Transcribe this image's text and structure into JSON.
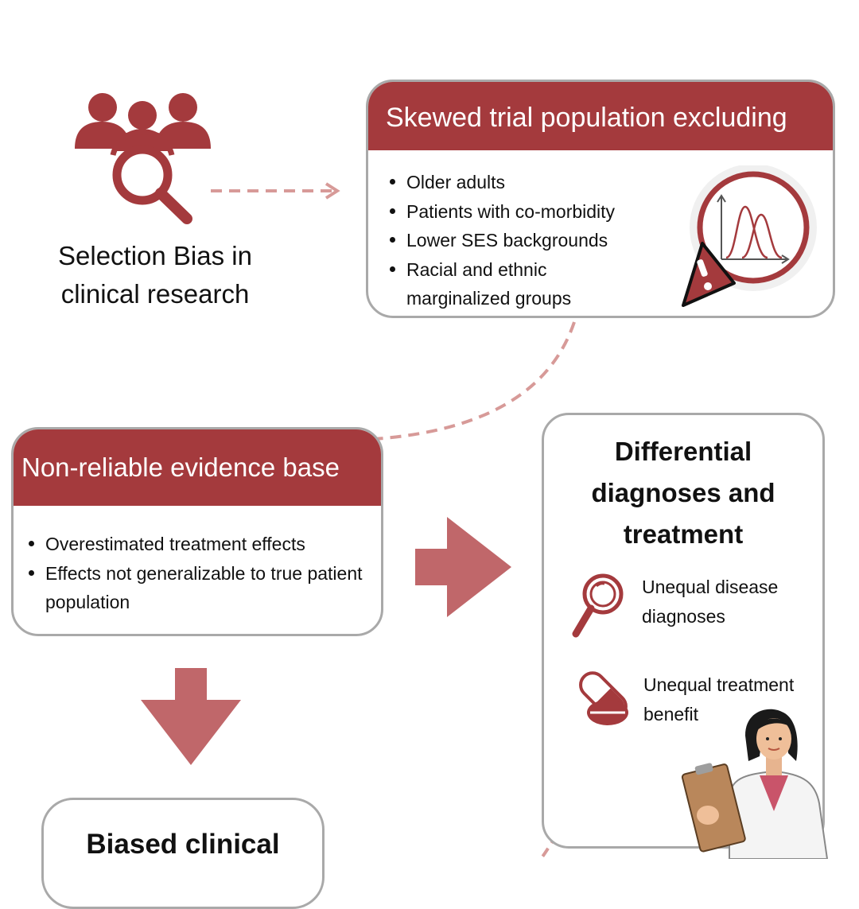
{
  "selection": {
    "label_line1": "Selection Bias in",
    "label_line2": "clinical research"
  },
  "skewed": {
    "title": "Skewed trial population excluding",
    "items": [
      "Older adults",
      "Patients with co-morbidity",
      "Lower SES backgrounds",
      "Racial and ethnic marginalized groups"
    ]
  },
  "evidence": {
    "title": "Non-reliable evidence base",
    "items": [
      "Overestimated treatment effects",
      "Effects not generalizable to true patient population"
    ]
  },
  "differential": {
    "title_line1": "Differential",
    "title_line2": "diagnoses and",
    "title_line3": "treatment",
    "item1_line1": "Unequal disease",
    "item1_line2": "diagnoses",
    "item2_line1": "Unequal treatment",
    "item2_line2": "benefit"
  },
  "biased": {
    "title": "Biased clinical"
  },
  "colors": {
    "accent": "#a43a3d",
    "arrow": "#c0676a",
    "dash": "#d79a98",
    "border": "#a9a9a9"
  },
  "icons": {
    "selection": "people-magnifier-icon",
    "chart_warning": "distribution-chart-warning-icon",
    "magnifier": "magnifier-icon",
    "pills": "pills-icon",
    "doctor": "doctor-illustration"
  }
}
